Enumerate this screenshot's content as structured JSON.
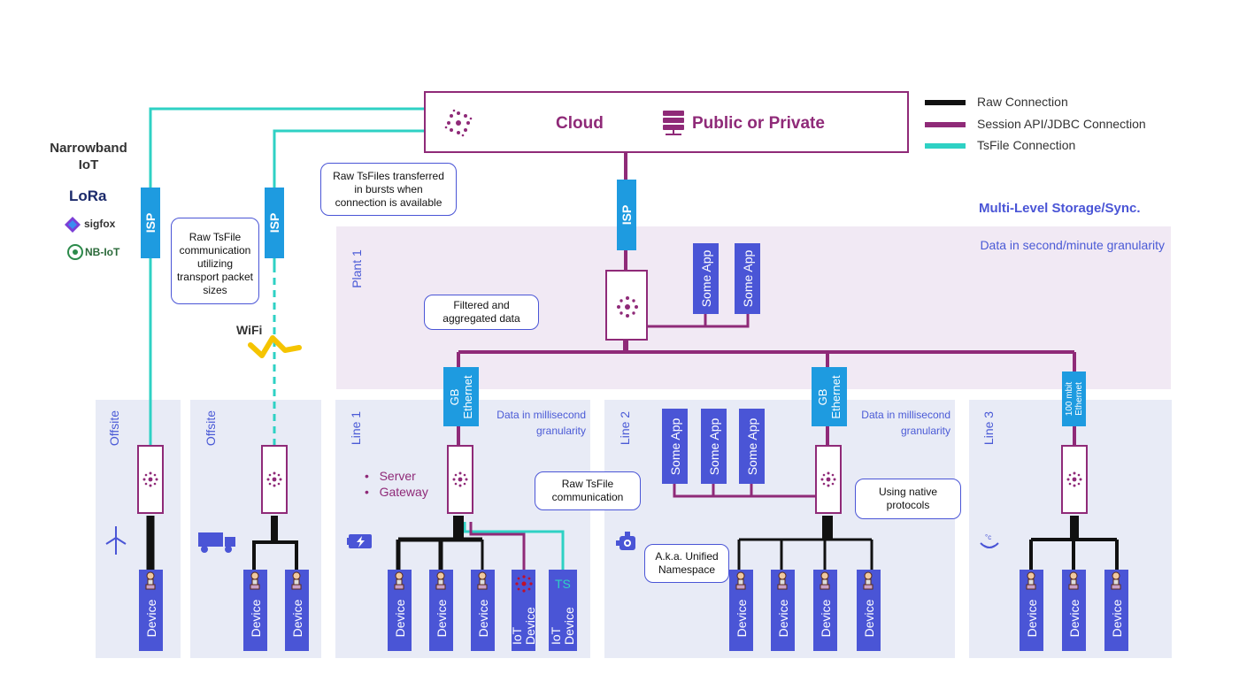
{
  "legend": [
    {
      "label": "Raw Connection",
      "color": "#111111"
    },
    {
      "label": "Session API/JDBC Connection",
      "color": "#8f2a78"
    },
    {
      "label": "TsFile Connection",
      "color": "#2ed1c4"
    }
  ],
  "colors": {
    "accent": "#4a55d6",
    "magenta": "#8f2a78",
    "isp": "#1e9be0",
    "teal": "#2ed1c4",
    "wifi": "#f5c400"
  },
  "cloud": {
    "cloud_label": "Cloud",
    "public_private_label": "Public or Private",
    "icon": "server-stack-icon"
  },
  "title": "Multi-Level Storage/Sync.",
  "isp_label": "ISP",
  "narrowband": {
    "title_line1": "Narrowband",
    "title_line2": "IoT",
    "logos": [
      "LoRa",
      "sigfox",
      "NB-IoT"
    ]
  },
  "wifi_label": "WiFi",
  "plant": {
    "label": "Plant 1",
    "note": "Data in second/minute granularity",
    "apps": [
      "Some App",
      "Some App"
    ]
  },
  "callouts": {
    "raw_bursts": "Raw TsFiles transferred in bursts when connection is available",
    "raw_packets": "Raw TsFile communication utilizing transport packet sizes",
    "filtered": "Filtered and aggregated data",
    "raw_comm": "Raw TsFile communication",
    "unified": "A.k.a. Unified Namespace",
    "native": "Using native protocols"
  },
  "offsite": [
    "Offsite",
    "Offsite"
  ],
  "line1": {
    "label": "Line 1",
    "eth": "GB Ethernet",
    "note": "Data in millisecond granularity",
    "bullets": [
      "Server",
      "Gateway"
    ]
  },
  "line2": {
    "label": "Line 2",
    "eth": "GB Ethernet",
    "note": "Data in millisecond granularity",
    "apps": [
      "Some App",
      "Some App",
      "Some App"
    ]
  },
  "line3": {
    "label": "Line 3",
    "eth": "100 mbit Ethernet"
  },
  "device_label": "Device",
  "iot_device_label": "IoT Device",
  "ts_badge": "TS"
}
